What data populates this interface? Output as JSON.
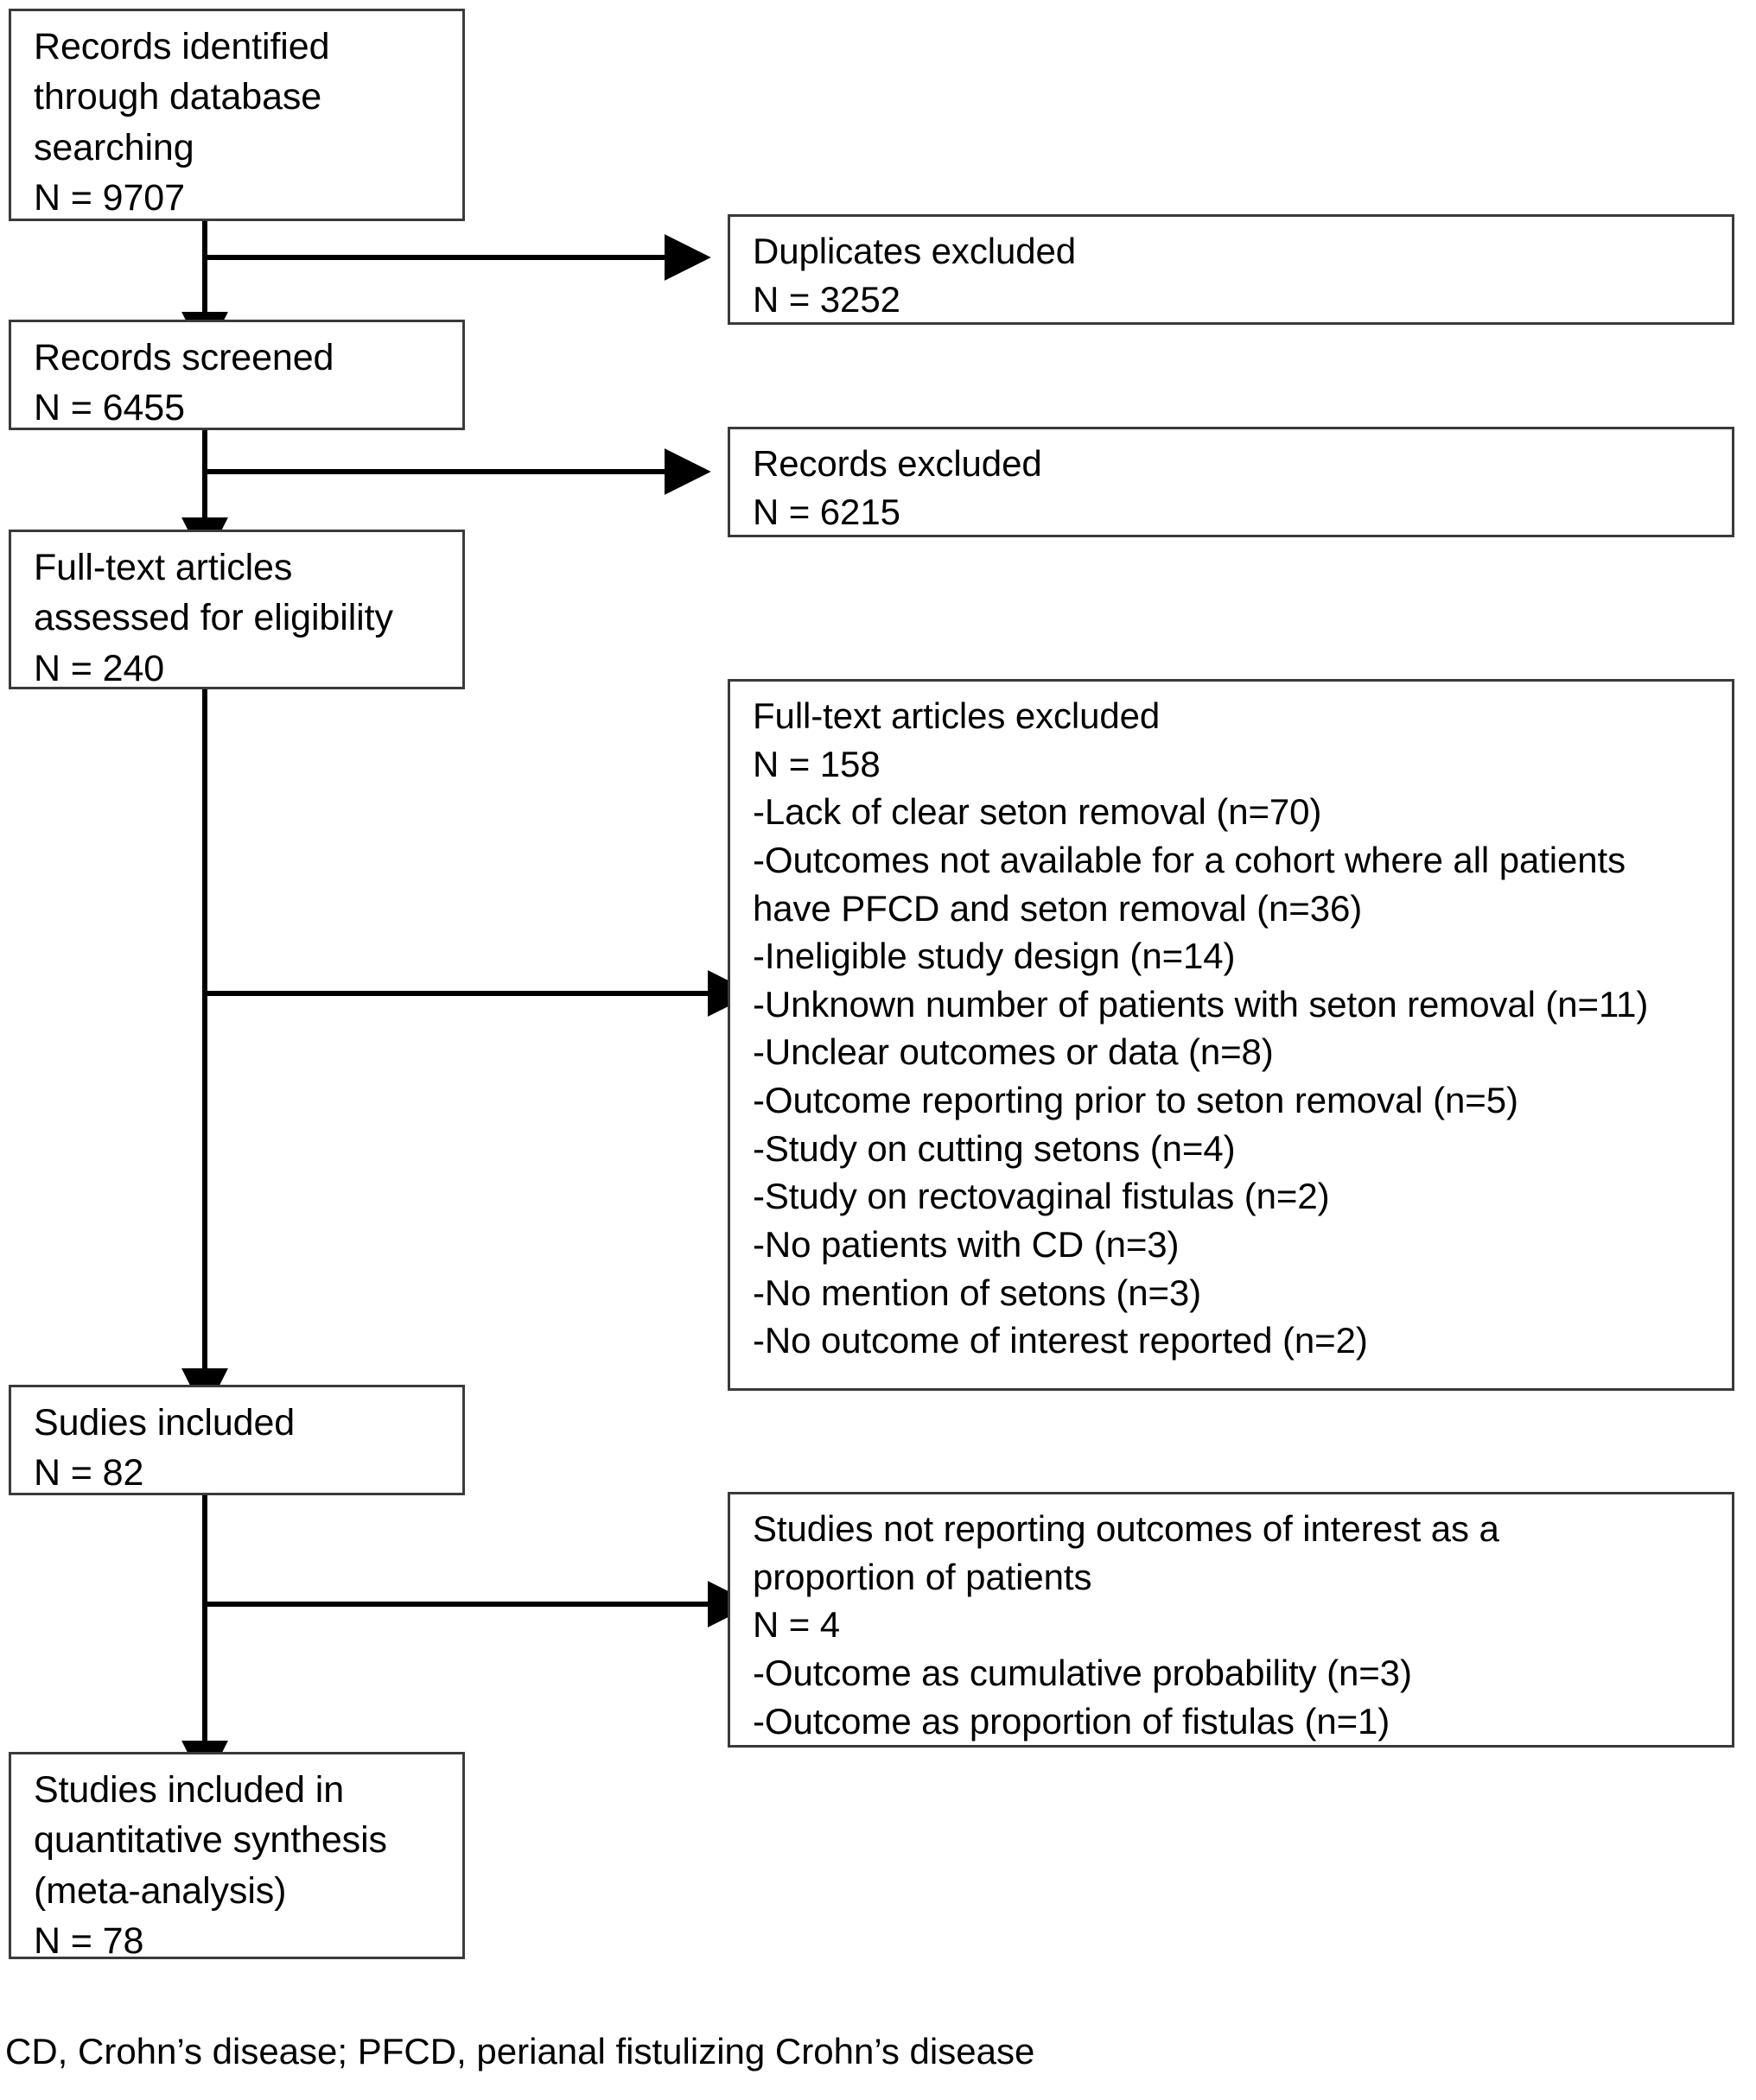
{
  "diagram": {
    "type": "prisma-flow-diagram",
    "title": "PRISMA study selection flow diagram",
    "stroke_color": "#3a3a3a",
    "arrow_color": "#000000",
    "background_color": "#ffffff",
    "nodes": {
      "identified": {
        "name": "records-identified",
        "lines": [
          "Records identified",
          "through database",
          "searching",
          "N = 9707"
        ],
        "count": 9707
      },
      "duplicates": {
        "name": "duplicates-excluded",
        "lines": [
          "Duplicates excluded",
          "N = 3252"
        ],
        "count": 3252
      },
      "screened": {
        "name": "records-screened",
        "lines": [
          "Records screened",
          "N = 6455"
        ],
        "count": 6455
      },
      "records_excluded": {
        "name": "records-excluded",
        "lines": [
          "Records excluded",
          "N = 6215"
        ],
        "count": 6215
      },
      "fulltext": {
        "name": "full-text-assessed",
        "lines": [
          "Full-text articles",
          "assessed for eligibility",
          "N = 240"
        ],
        "count": 240
      },
      "fulltext_excluded": {
        "name": "full-text-excluded",
        "lines": [
          "Full-text articles excluded",
          "N = 158",
          "-Lack of clear seton removal (n=70)",
          "-Outcomes not available for a cohort where all patients",
          "have PFCD and seton removal (n=36)",
          "-Ineligible study design (n=14)",
          "-Unknown number of patients with seton removal (n=11)",
          "-Unclear outcomes or data (n=8)",
          "-Outcome reporting prior to seton removal (n=5)",
          "-Study on cutting setons (n=4)",
          "-Study on rectovaginal fistulas (n=2)",
          "-No patients with CD (n=3)",
          "-No mention of setons (n=3)",
          "-No outcome of interest reported (n=2)"
        ],
        "count": 158,
        "reasons": [
          {
            "reason": "Lack of clear seton removal",
            "n": 70
          },
          {
            "reason": "Outcomes not available for a cohort where all patients have PFCD and seton removal",
            "n": 36
          },
          {
            "reason": "Ineligible study design",
            "n": 14
          },
          {
            "reason": "Unknown number of patients with seton removal",
            "n": 11
          },
          {
            "reason": "Unclear outcomes or data",
            "n": 8
          },
          {
            "reason": "Outcome reporting prior to seton removal",
            "n": 5
          },
          {
            "reason": "Study on cutting setons",
            "n": 4
          },
          {
            "reason": "Study on rectovaginal fistulas",
            "n": 2
          },
          {
            "reason": "No patients with CD",
            "n": 3
          },
          {
            "reason": "No mention of setons",
            "n": 3
          },
          {
            "reason": "No outcome of interest reported",
            "n": 2
          }
        ]
      },
      "included": {
        "name": "studies-included",
        "lines": [
          "Sudies included",
          "N = 82"
        ],
        "count": 82
      },
      "not_reporting": {
        "name": "studies-not-reporting-outcomes",
        "lines": [
          "Studies not reporting outcomes of interest as a",
          "proportion of patients",
          "N = 4",
          "-Outcome as cumulative probability (n=3)",
          "-Outcome as proportion of fistulas (n=1)"
        ],
        "count": 4,
        "reasons": [
          {
            "reason": "Outcome as cumulative probability",
            "n": 3
          },
          {
            "reason": "Outcome as proportion of fistulas",
            "n": 1
          }
        ]
      },
      "quantitative": {
        "name": "studies-in-quantitative-synthesis",
        "lines": [
          "Studies included in",
          "quantitative synthesis",
          "(meta-analysis)",
          "N = 78"
        ],
        "count": 78
      }
    },
    "footnote": "CD, Crohn’s disease; PFCD, perianal fistulizing Crohn’s disease"
  }
}
